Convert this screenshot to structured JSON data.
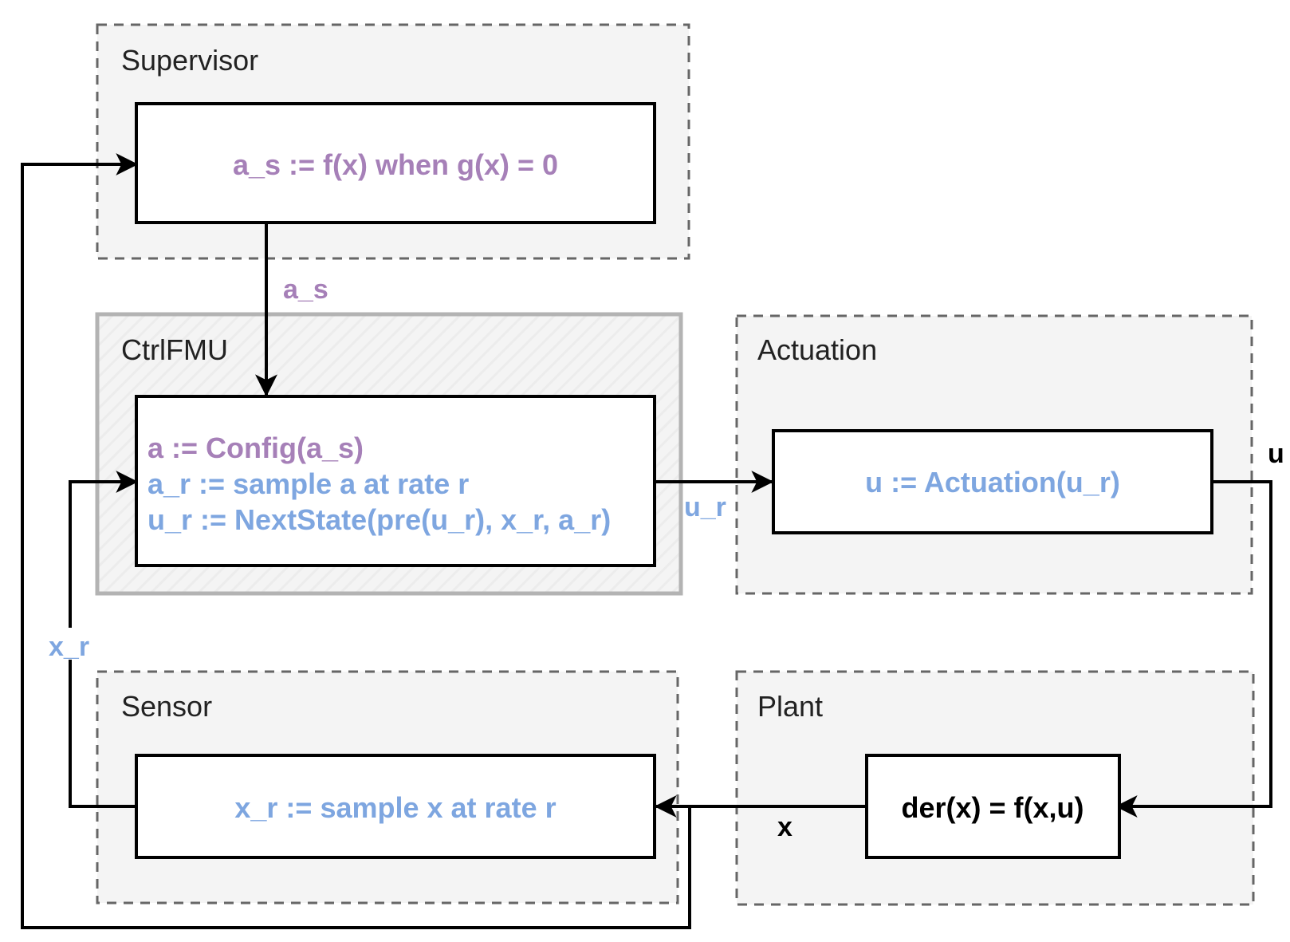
{
  "colors": {
    "purple": "#A680B8",
    "blue": "#7EA6E0",
    "black": "#000000",
    "group_fill": "#F4F4F4",
    "group_border": "#666666",
    "ctrl_border": "#B3B3B3"
  },
  "groups": {
    "supervisor": "Supervisor",
    "ctrlfmu": "CtrlFMU",
    "actuation": "Actuation",
    "sensor": "Sensor",
    "plant": "Plant"
  },
  "boxes": {
    "supervisor": "a_s := f(x) when g(x) = 0",
    "ctrl_line1": "a := Config(a_s)",
    "ctrl_line2": "a_r := sample a at rate r",
    "ctrl_line3": "u_r := NextState(pre(u_r), x_r, a_r)",
    "actuation": "u := Actuation(u_r)",
    "sensor": "x_r := sample x at rate r",
    "plant": "der(x) = f(x,u)"
  },
  "edges": {
    "a_s": "a_s",
    "u_r": "u_r",
    "u": "u",
    "x": "x",
    "x_r": "x_r"
  }
}
